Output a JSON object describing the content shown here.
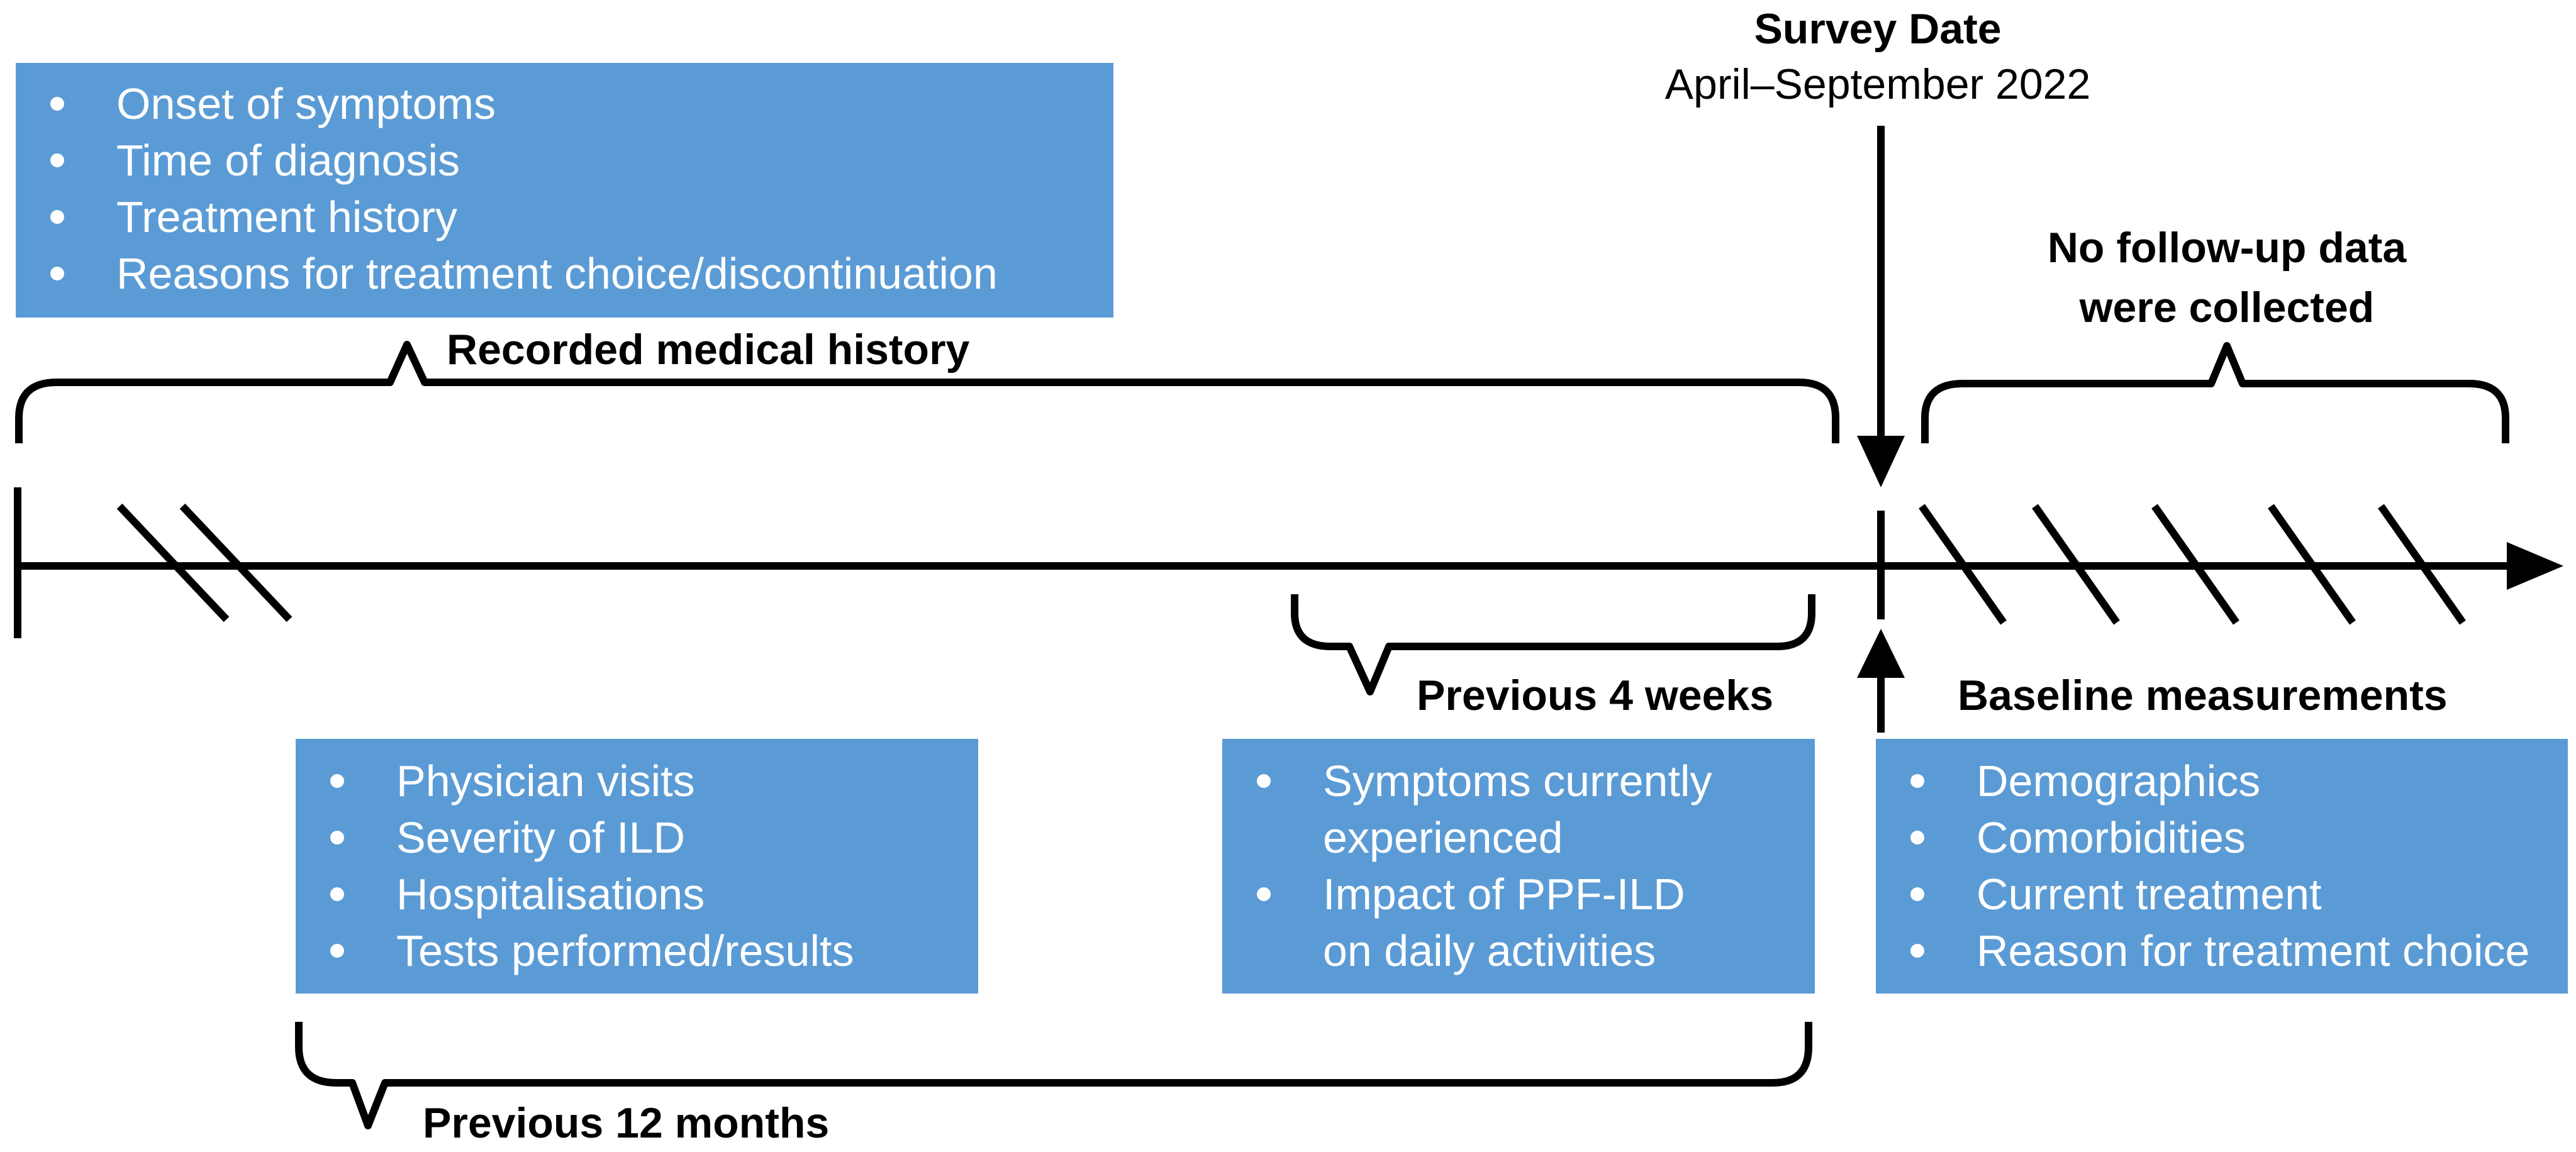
{
  "survey": {
    "title": "Survey Date",
    "dates": "April–September 2022"
  },
  "labels": {
    "recorded_history": "Recorded medical history",
    "no_follow_up": [
      "No follow-up data",
      "were collected"
    ],
    "previous_4_weeks": "Previous 4 weeks",
    "baseline": "Baseline measurements",
    "previous_12_months": "Previous 12 months"
  },
  "boxes": {
    "medical_history": {
      "items": [
        "Onset of symptoms",
        "Time of diagnosis",
        "Treatment history",
        "Reasons for treatment choice/discontinuation"
      ]
    },
    "previous_12_months": {
      "items": [
        "Physician visits",
        "Severity of ILD",
        "Hospitalisations",
        "Tests performed/results"
      ]
    },
    "previous_4_weeks": {
      "items": [
        [
          "Symptoms currently",
          "experienced"
        ],
        [
          "Impact of PPF-ILD",
          "on daily activities"
        ]
      ]
    },
    "baseline": {
      "items": [
        "Demographics",
        "Comorbidities",
        "Current treatment",
        "Reason for treatment choice"
      ]
    }
  },
  "colors": {
    "box_fill": "#5b9bd5",
    "box_text": "#ffffff",
    "line": "#000000"
  }
}
